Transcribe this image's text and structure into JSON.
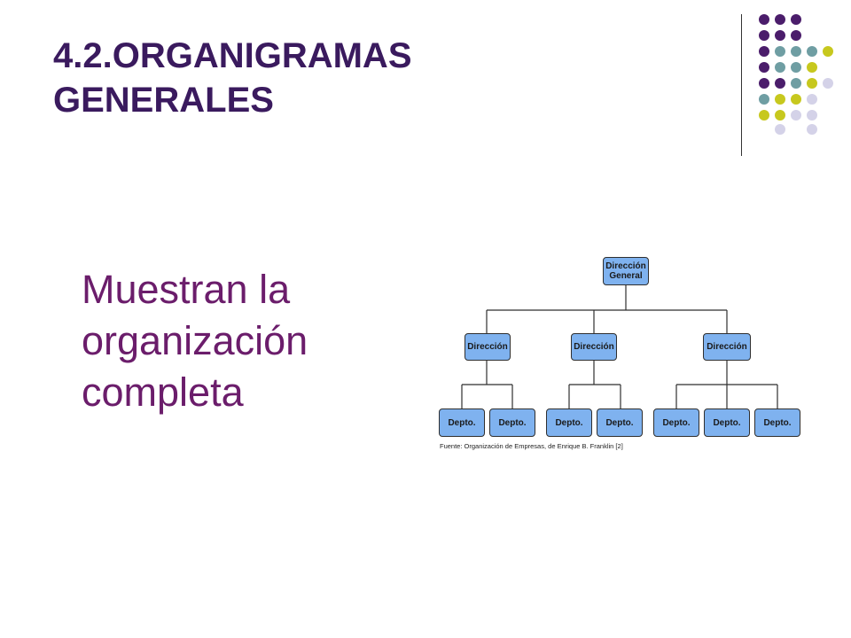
{
  "slide": {
    "title_line1": "4.2.ORGANIGRAMAS",
    "title_line2": "GENERALES",
    "body_line1": "Muestran la",
    "body_line2": "organización",
    "body_line3": "completa",
    "colors": {
      "title": "#3a1a5e",
      "body": "#6b1d6b",
      "dot_purple": "#4b1d6b",
      "dot_teal": "#6f9ea3",
      "dot_yellow": "#c7c81e",
      "dot_lavender": "#d4d2e8",
      "node_fill": "#7fb2ef"
    }
  },
  "org_chart": {
    "top": {
      "line1": "Dirección",
      "line2": "General"
    },
    "middle": [
      "Dirección",
      "Dirección",
      "Dirección"
    ],
    "bottom_groups": [
      [
        "Depto.",
        "Depto."
      ],
      [
        "Depto.",
        "Depto."
      ],
      [
        "Depto.",
        "Depto.",
        "Depto."
      ]
    ],
    "source": "Fuente: Organización de Empresas, de Enrique B. Franklin [2]"
  }
}
